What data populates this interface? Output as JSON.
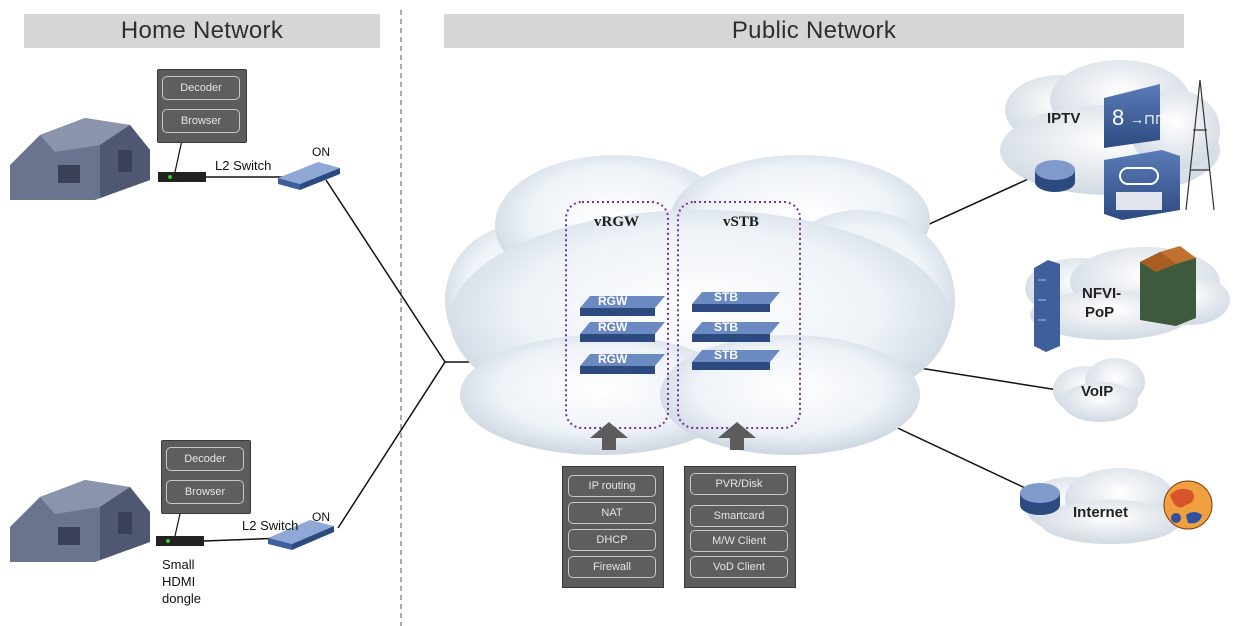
{
  "headers": {
    "home": "Home Network",
    "public": "Public Network"
  },
  "home1": {
    "menu": [
      "Decoder",
      "Browser"
    ],
    "switch_label": "L2 Switch",
    "on_label": "ON"
  },
  "home2": {
    "menu": [
      "Decoder",
      "Browser"
    ],
    "switch_label": "L2 Switch",
    "on_label": "ON",
    "dongle_label": [
      "Small",
      "HDMI",
      "dongle"
    ]
  },
  "vrgw": {
    "title": "vRGW",
    "units": [
      "RGW",
      "RGW",
      "RGW"
    ],
    "functions": [
      "IP routing",
      "NAT",
      "DHCP",
      "Firewall"
    ]
  },
  "vstb": {
    "title": "vSTB",
    "units": [
      "STB",
      "STB",
      "STB"
    ],
    "functions": [
      "PVR/Disk",
      "Smartcard",
      "M/W Client",
      "VoD Client"
    ]
  },
  "services": {
    "iptv": "IPTV",
    "nfvi": [
      "NFVI-",
      "PoP"
    ],
    "voip": "VoIP",
    "internet": "Internet"
  },
  "colors": {
    "header_bg": "#d6d6d6",
    "device_blue": "#3f5f9a",
    "dotted_border": "#7a2fa0",
    "dark_box": "#5c5c5c"
  }
}
